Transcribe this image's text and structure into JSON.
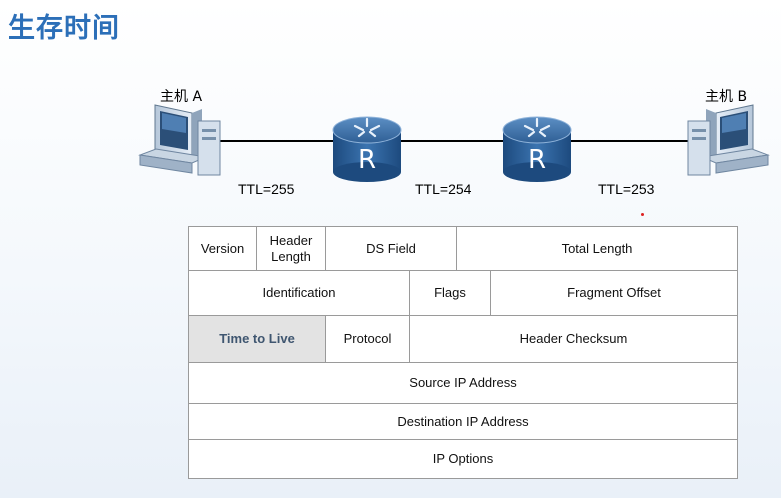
{
  "title": "生存时间",
  "topology": {
    "host_a": {
      "label": "主机 A",
      "icon": "computer-icon"
    },
    "host_b": {
      "label": "主机 B",
      "icon": "computer-icon"
    },
    "routers": [
      {
        "letter": "R",
        "icon": "router-icon"
      },
      {
        "letter": "R",
        "icon": "router-icon"
      }
    ],
    "ttl_labels": [
      "TTL=255",
      "TTL=254",
      "TTL=253"
    ]
  },
  "ip_header": {
    "rows": [
      [
        "Version",
        "Header Length",
        "DS Field",
        "Total Length"
      ],
      [
        "Identification",
        "Flags",
        "Fragment Offset"
      ],
      [
        "Time to Live",
        "Protocol",
        "Header Checksum"
      ],
      [
        "Source IP Address"
      ],
      [
        "Destination IP Address"
      ],
      [
        "IP  Options"
      ]
    ],
    "highlight": "Time to Live",
    "highlight_color": "#e3e3e3"
  }
}
